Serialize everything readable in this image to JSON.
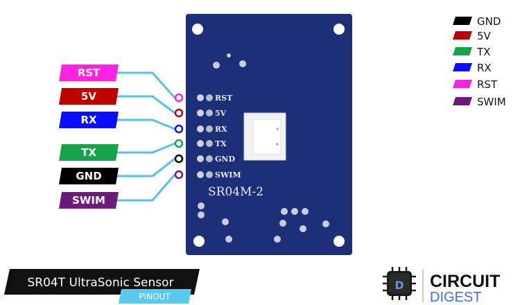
{
  "pins": [
    {
      "label": "RST",
      "color": "#ff22e0",
      "silk": "RST"
    },
    {
      "label": "5V",
      "color": "#c00000",
      "silk": "5V"
    },
    {
      "label": "RX",
      "color": "#0a10ff",
      "silk": "RX"
    },
    {
      "label": "TX",
      "color": "#16a34a",
      "silk": "TX"
    },
    {
      "label": "GND",
      "color": "#000000",
      "silk": "GND"
    },
    {
      "label": "SWIM",
      "color": "#6b1c7a",
      "silk": "SWIM"
    }
  ],
  "board": {
    "model": "SR04M-2",
    "color": "#1c2f78"
  },
  "legend": [
    {
      "label": "GND",
      "color": "#000000"
    },
    {
      "label": "5V",
      "color": "#c00000"
    },
    {
      "label": "TX",
      "color": "#16a34a"
    },
    {
      "label": "RX",
      "color": "#0a10ff"
    },
    {
      "label": "RST",
      "color": "#ff22e0"
    },
    {
      "label": "SWIM",
      "color": "#6b1c7a"
    }
  ],
  "title": {
    "text": "SR04T UltraSonic Sensor",
    "subtitle": "PINOUT"
  },
  "logo": {
    "line1": "CIRCUIT",
    "line2": "DIGEST"
  },
  "wire_color": "#4fc3e8"
}
